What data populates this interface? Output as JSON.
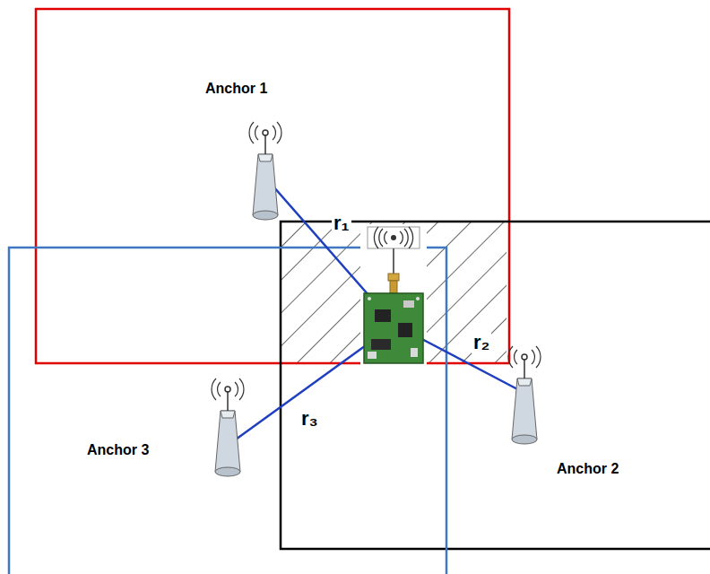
{
  "diagram": {
    "labels": [
      "Anchor 1",
      "r₁",
      "r₂",
      "Anchor 3",
      "r₃",
      "Anchor 2"
    ]
  }
}
